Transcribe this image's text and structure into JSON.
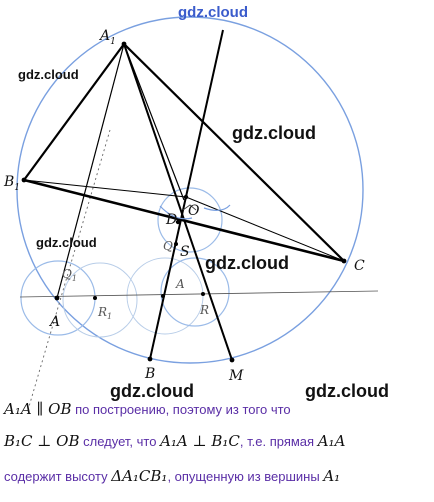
{
  "watermarks": {
    "top": "gdz.cloud",
    "left_top": "gdz.cloud",
    "center_top": "gdz.cloud",
    "left_mid": "gdz.cloud",
    "center_mid": "gdz.cloud",
    "bottom_left": "gdz.cloud",
    "bottom_right": "gdz.cloud"
  },
  "labels": {
    "A1": "A",
    "A1_sub": "1",
    "B1": "B",
    "B1_sub": "1",
    "C": "C",
    "O": "O",
    "D": "D",
    "Q": "Q",
    "S": "S",
    "Q1": "Q",
    "Q1_sub": "1",
    "A": "A",
    "R1": "R",
    "R1_sub": "1",
    "B": "B",
    "M": "M",
    "A_small": "A",
    "R": "R"
  },
  "text": {
    "line1_math": "A₁A ∥ OB",
    "line1_text": "по построению, поэтому из того что",
    "line2_math_a": "B₁C ⊥ OB",
    "line2_text_a": "следует, что",
    "line2_math_b": "A₁A ⊥ B₁C",
    "line2_text_b": ", т.е. прямая",
    "line2_math_c": "A₁A",
    "line3_text_a": "содержит высоту",
    "line3_math_a": "ΔA₁CB₁",
    "line3_text_b": ", опущенную из вершины",
    "line3_math_b": "A₁"
  },
  "colors": {
    "circle": "#7aa0e0",
    "small_circles": "#9bbbe8",
    "lines": "#000000",
    "thin_lines": "#333333",
    "text": "#5a2ea6",
    "watermark_top": "#3b5ccc"
  }
}
